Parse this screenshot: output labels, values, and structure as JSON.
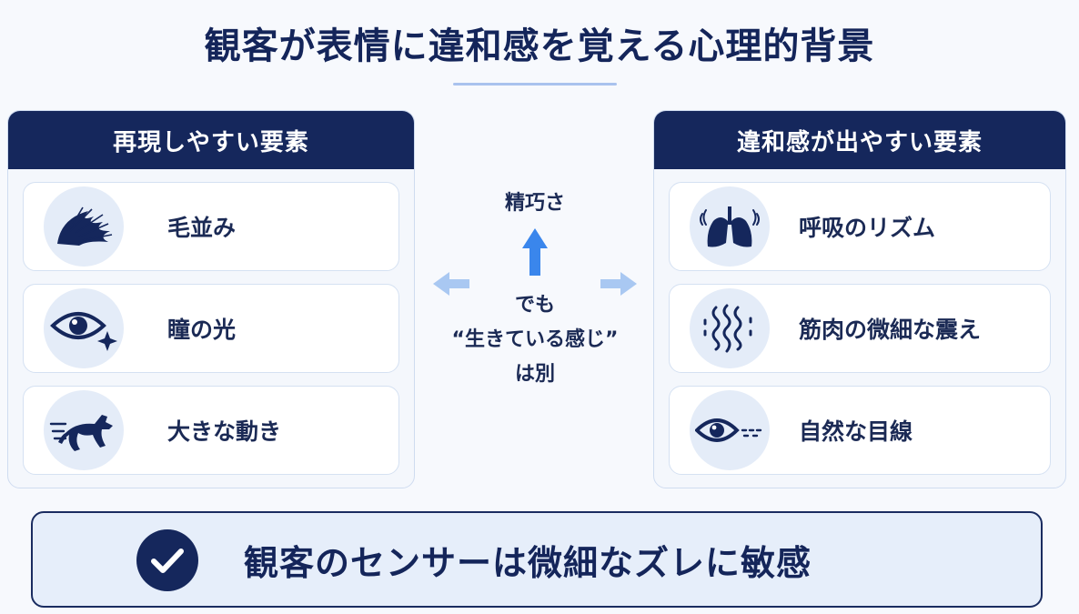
{
  "title": "観客が表情に違和感を覚える心理的背景",
  "left_panel": {
    "header": "再現しやすい要素",
    "items": [
      {
        "label": "毛並み",
        "icon": "fur-icon"
      },
      {
        "label": "瞳の光",
        "icon": "eye-sparkle-icon"
      },
      {
        "label": "大きな動き",
        "icon": "running-dog-icon"
      }
    ]
  },
  "center": {
    "top_word": "精巧さ",
    "line1": "でも",
    "line2": "“生きている感じ”",
    "line3": "は別"
  },
  "right_panel": {
    "header": "違和感が出やすい要素",
    "items": [
      {
        "label": "呼吸のリズム",
        "icon": "lungs-icon"
      },
      {
        "label": "筋肉の微細な震え",
        "icon": "tremor-waves-icon"
      },
      {
        "label": "自然な目線",
        "icon": "eye-gaze-icon"
      }
    ]
  },
  "footer": {
    "message": "観客のセンサーは微細なズレに敏感",
    "icon": "check-circle-icon"
  },
  "colors": {
    "navy": "#15275c",
    "accent_blue": "#3a86ec",
    "light_blue": "#a9c8f2",
    "icon_bg": "#e4ecf8"
  }
}
